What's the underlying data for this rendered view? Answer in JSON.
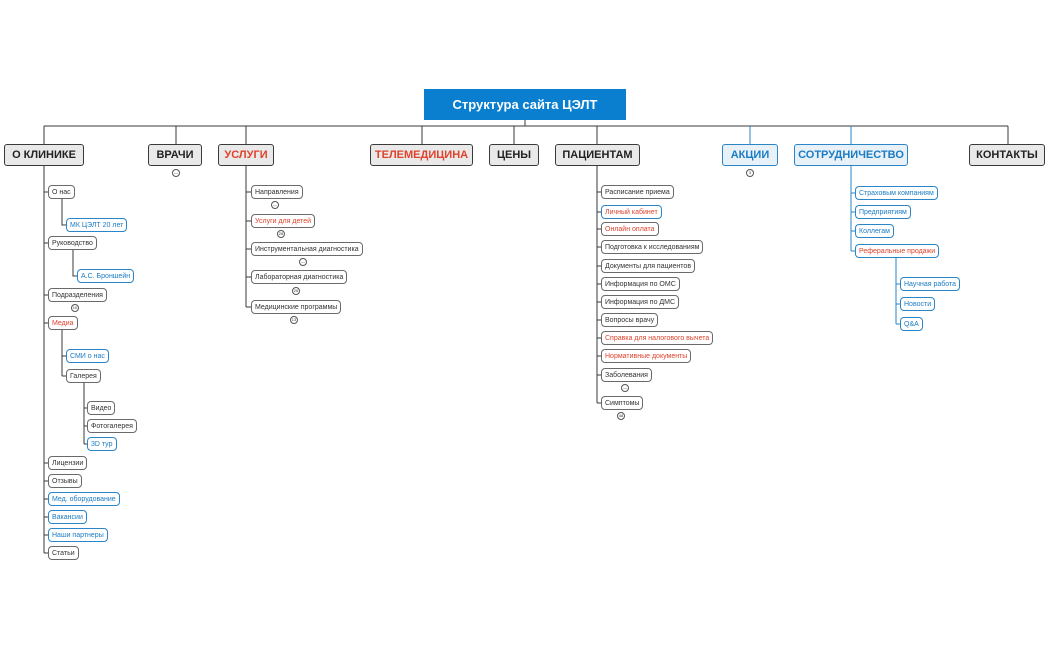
{
  "title": "Структура сайта ЦЭЛТ",
  "branches": {
    "clinic": {
      "label": "О КЛИНИКЕ",
      "items": {
        "about": "О нас",
        "mk": "МК ЦЭЛТ 20 лет",
        "management": "Руководство",
        "bronshtein": "А.С. Броншейн",
        "departments": "Подразделения",
        "departments_count": "10",
        "media": "Медиа",
        "smi": "СМИ о нас",
        "gallery": "Галерея",
        "video": "Видео",
        "photo": "Фотогалерея",
        "tour": "3D тур",
        "licenses": "Лицензии",
        "reviews": "Отзывы",
        "equipment": "Мед. оборудование",
        "vacancies": "Вакансии",
        "partners": "Наши партнеры",
        "articles": "Статьи"
      }
    },
    "doctors": {
      "label": "ВРАЧИ"
    },
    "services": {
      "label": "УСЛУГИ",
      "items": {
        "directions": "Направления",
        "children": "Услуги для детей",
        "children_count": "28",
        "instrumental": "Инструментальная диагностика",
        "lab": "Лабораторная диагностика",
        "lab_count": "26",
        "programs": "Медицинские программы",
        "programs_count": "13"
      }
    },
    "telemed": {
      "label": "ТЕЛЕМЕДИЦИНА"
    },
    "prices": {
      "label": "ЦЕНЫ"
    },
    "patients": {
      "label": "ПАЦИЕНТАМ",
      "items": {
        "schedule": "Расписание приема",
        "cabinet": "Личный кабинет",
        "payment": "Онлайн оплата",
        "preparation": "Подготовка к исследованиям",
        "documents": "Документы для пациентов",
        "oms": "Информация по ОМС",
        "dms": "Информация по ДМС",
        "questions": "Вопросы врачу",
        "tax": "Справка для налогового вычета",
        "normative": "Нормативные документы",
        "diseases": "Заболевания",
        "symptoms": "Симптомы",
        "symptoms_count": "48"
      }
    },
    "actions": {
      "label": "АКЦИИ",
      "count": "3"
    },
    "cooperation": {
      "label": "СОТРУДНИЧЕСТВО",
      "items": {
        "insurance": "Страховым компаниям",
        "enterprises": "Предприятиям",
        "colleagues": "Коллегам",
        "referral": "Реферальные продажи",
        "research": "Научная работа",
        "news": "Новости",
        "qa": "Q&A"
      }
    },
    "contacts": {
      "label": "КОНТАКТЫ"
    }
  },
  "collapsed_marker": "—",
  "colors": {
    "root": "#0a7fcf",
    "accent_red": "#e0422c",
    "accent_blue": "#1b7cc4",
    "line": "#3a3a3a"
  }
}
